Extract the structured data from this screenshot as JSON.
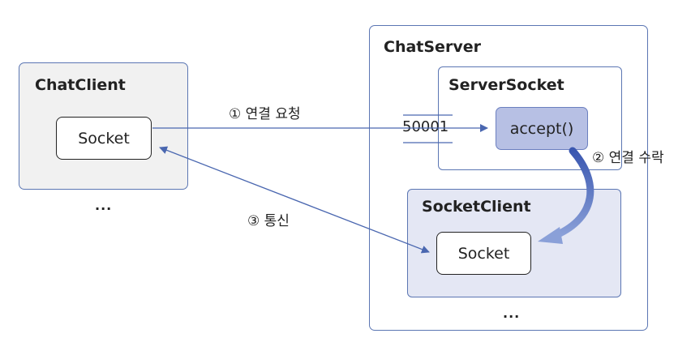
{
  "client": {
    "title": "ChatClient",
    "socket": "Socket",
    "ellipsis": "..."
  },
  "server": {
    "title": "ChatServer",
    "server_socket": {
      "title": "ServerSocket",
      "port": "50001",
      "accept": "accept()"
    },
    "socket_client": {
      "title": "SocketClient",
      "socket": "Socket"
    },
    "ellipsis": "..."
  },
  "edges": {
    "connect_request": "① 연결 요청",
    "connect_accept": "② 연결 수락",
    "communicate": "③ 통신"
  },
  "colors": {
    "arrow": "#4a67b0",
    "border": "#5b76b3",
    "accept_fill": "#b7c0e4",
    "socket_client_fill": "#e4e7f4",
    "client_fill": "#f1f1f1"
  }
}
